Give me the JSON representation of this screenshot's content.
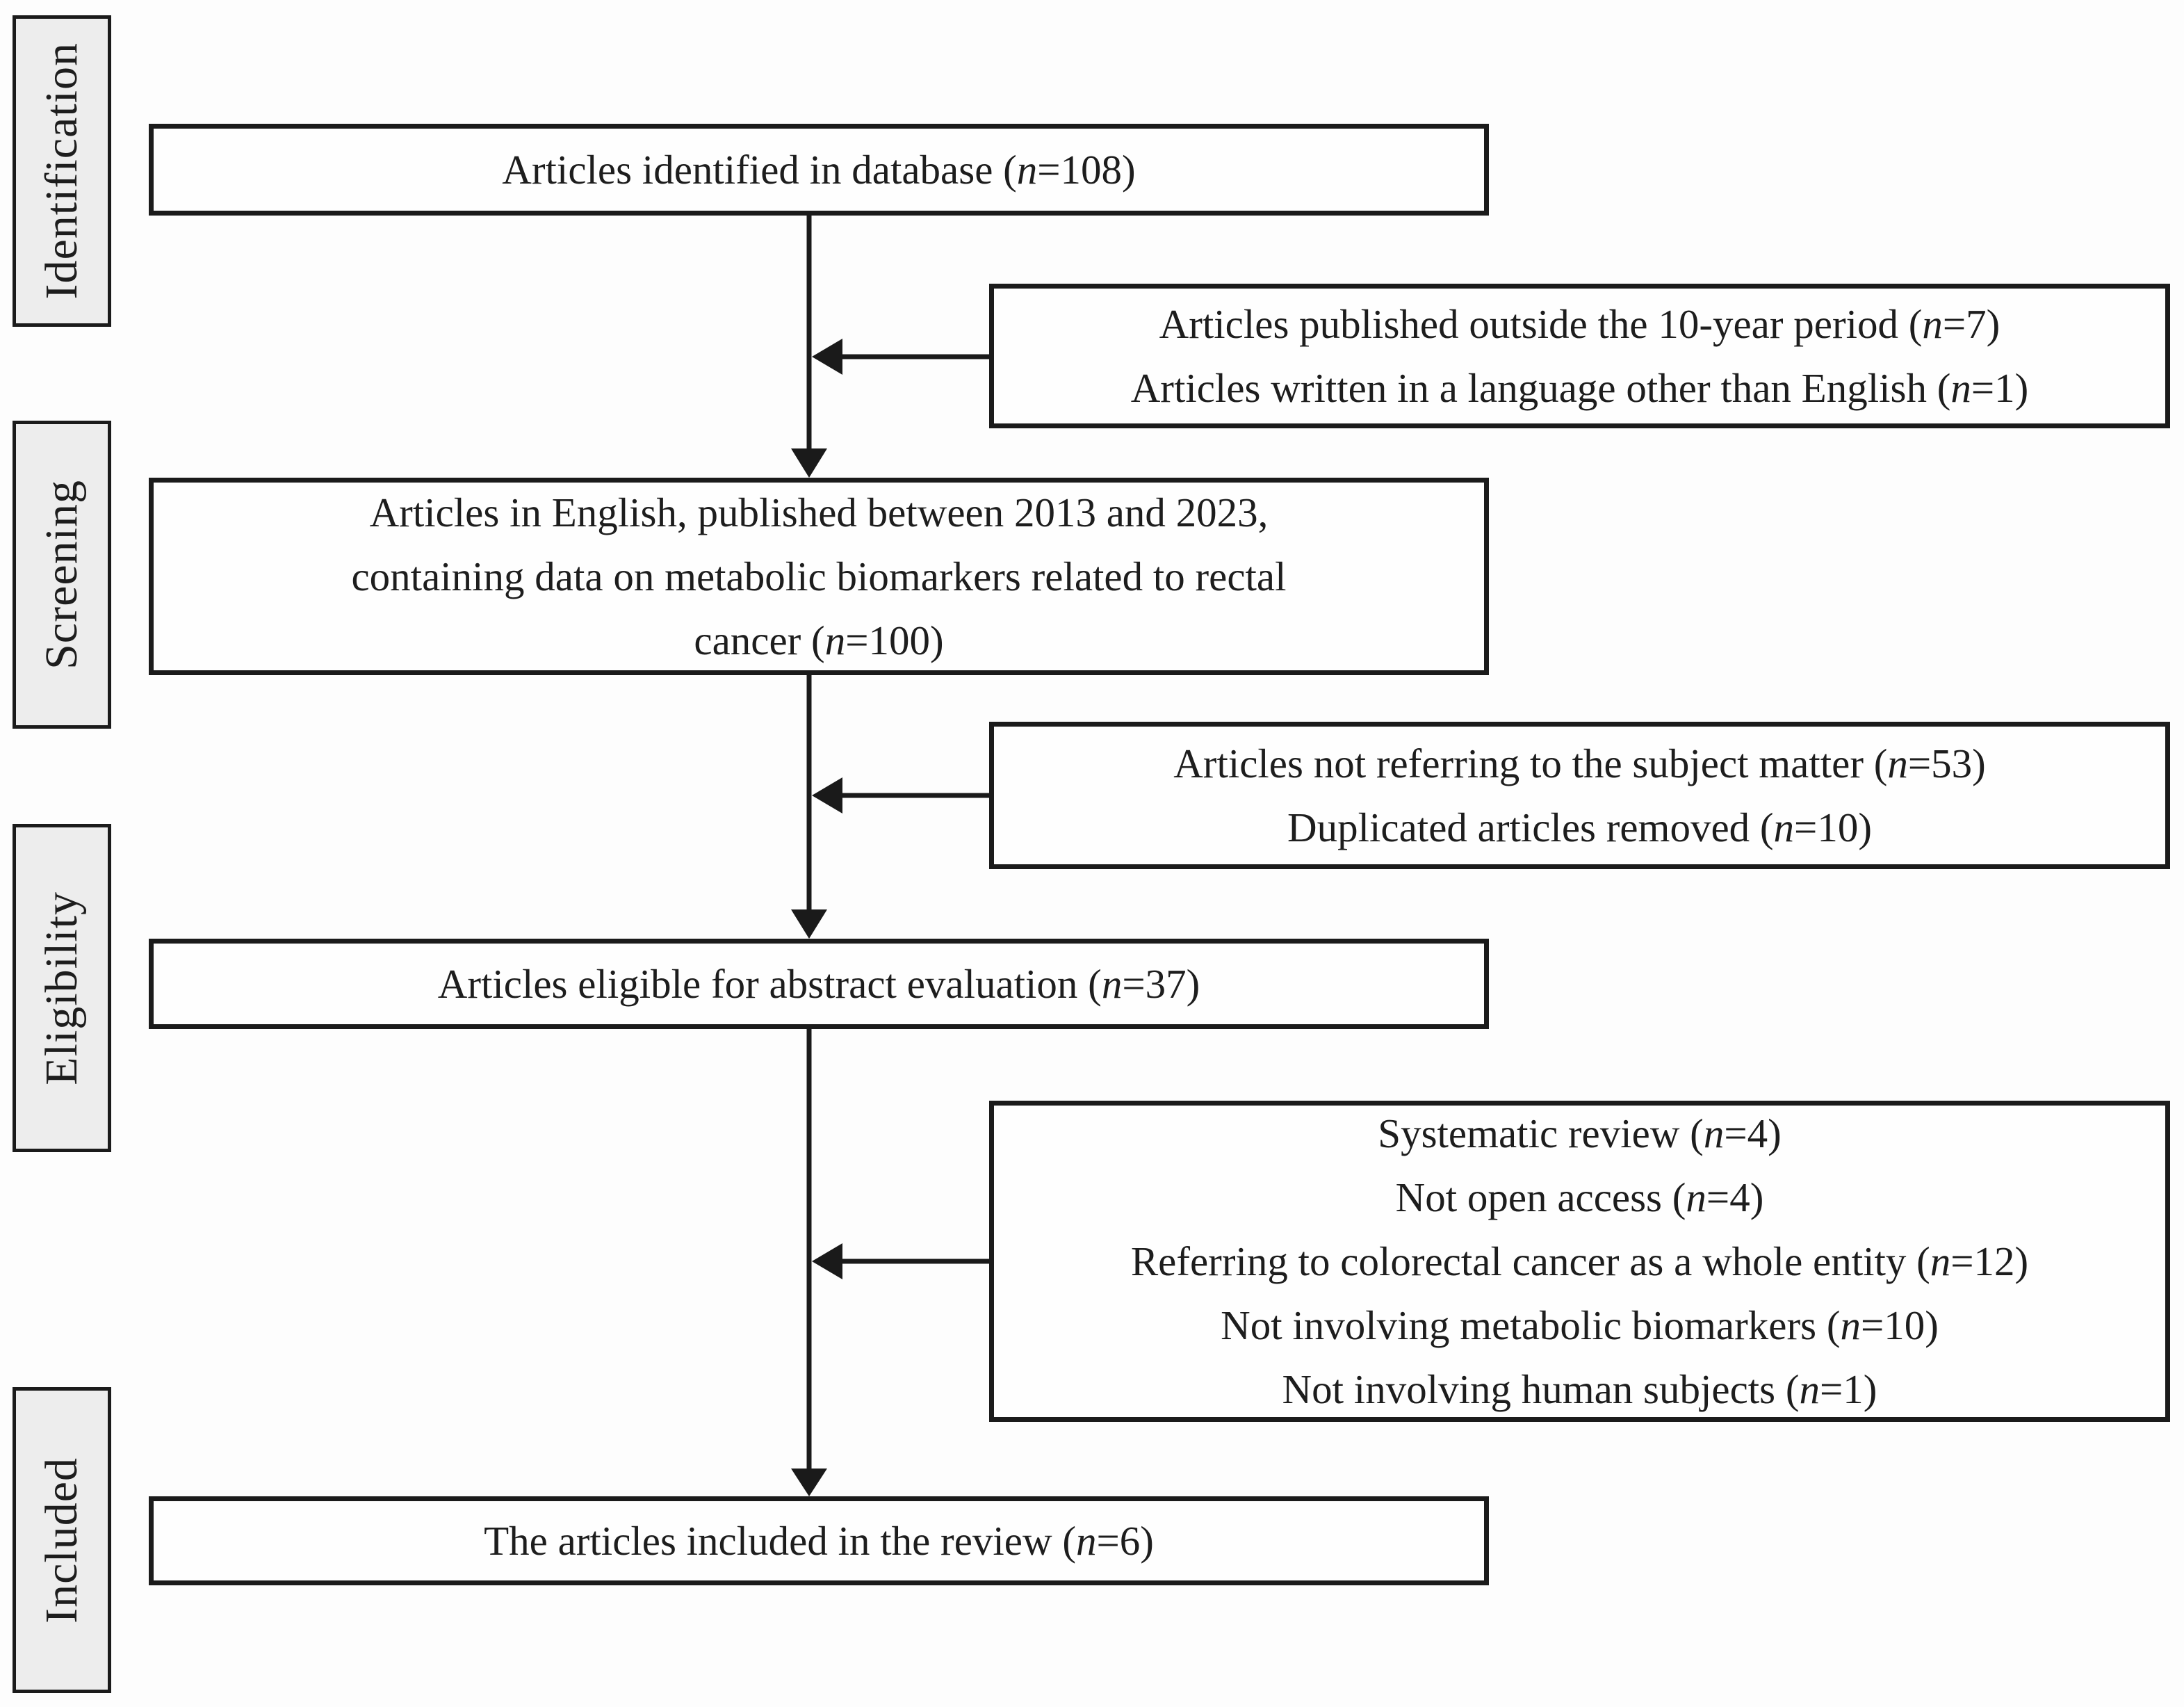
{
  "colors": {
    "border": "#1b1b1b",
    "box_fill": "#fefefe",
    "label_fill": "#ededed",
    "text": "#1d1d1d",
    "arrow": "#1a1a1a",
    "page_bg": "#fdfdfd"
  },
  "stage_labels": [
    {
      "label": "Identification"
    },
    {
      "label": "Screening"
    },
    {
      "label": "Eligibility"
    },
    {
      "label": "Included"
    }
  ],
  "main_boxes": [
    {
      "lines": [
        [
          {
            "t": "Articles identified in database ("
          },
          {
            "t": "n",
            "i": true
          },
          {
            "t": "=108)"
          }
        ]
      ]
    },
    {
      "lines": [
        [
          {
            "t": "Articles in English, published between 2013 and 2023,"
          }
        ],
        [
          {
            "t": "containing data on metabolic biomarkers related to rectal"
          }
        ],
        [
          {
            "t": "cancer ("
          },
          {
            "t": "n",
            "i": true
          },
          {
            "t": "=100)"
          }
        ]
      ]
    },
    {
      "lines": [
        [
          {
            "t": "Articles eligible for abstract evaluation ("
          },
          {
            "t": "n",
            "i": true
          },
          {
            "t": "=37)"
          }
        ]
      ]
    },
    {
      "lines": [
        [
          {
            "t": "The articles included in the review ("
          },
          {
            "t": "n",
            "i": true
          },
          {
            "t": "=6)"
          }
        ]
      ]
    }
  ],
  "side_boxes": [
    {
      "lines": [
        [
          {
            "t": "Articles published outside the 10-year period ("
          },
          {
            "t": "n",
            "i": true
          },
          {
            "t": "=7)"
          }
        ],
        [
          {
            "t": "Articles written in a language other than English ("
          },
          {
            "t": "n",
            "i": true
          },
          {
            "t": "=1)"
          }
        ]
      ]
    },
    {
      "lines": [
        [
          {
            "t": "Articles not referring to the subject matter ("
          },
          {
            "t": "n",
            "i": true
          },
          {
            "t": "=53)"
          }
        ],
        [
          {
            "t": "Duplicated articles removed ("
          },
          {
            "t": "n",
            "i": true
          },
          {
            "t": "=10)"
          }
        ]
      ]
    },
    {
      "lines": [
        [
          {
            "t": "Systematic review ("
          },
          {
            "t": "n",
            "i": true
          },
          {
            "t": "=4)"
          }
        ],
        [
          {
            "t": "Not open access ("
          },
          {
            "t": "n",
            "i": true
          },
          {
            "t": "=4)"
          }
        ],
        [
          {
            "t": "Referring to colorectal cancer as a whole entity ("
          },
          {
            "t": "n",
            "i": true
          },
          {
            "t": "=12)"
          }
        ],
        [
          {
            "t": "Not involving metabolic biomarkers ("
          },
          {
            "t": "n",
            "i": true
          },
          {
            "t": "=10)"
          }
        ],
        [
          {
            "t": "Not involving human subjects ("
          },
          {
            "t": "n",
            "i": true
          },
          {
            "t": "=1)"
          }
        ]
      ]
    }
  ]
}
